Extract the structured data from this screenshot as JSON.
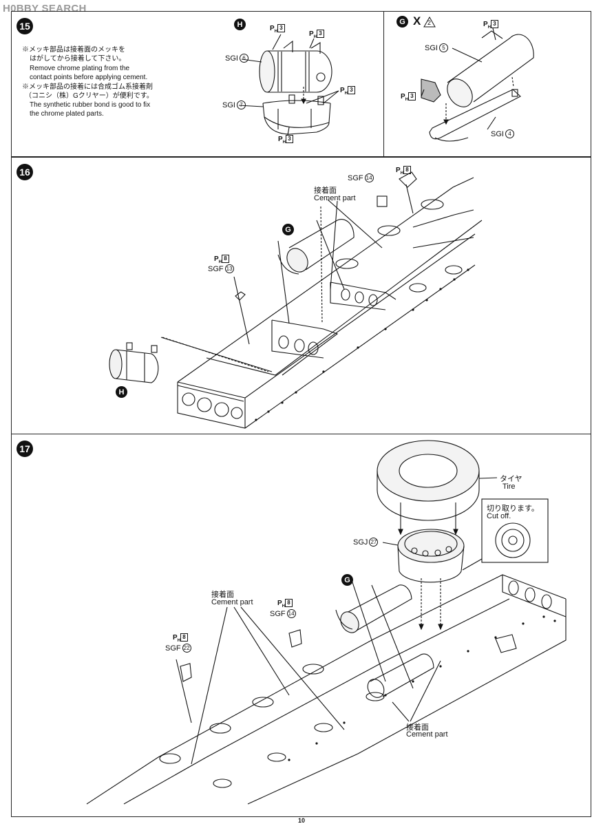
{
  "watermark": "H0BBY SEARCH",
  "page_number": "10",
  "step15": {
    "number": "15",
    "notes": [
      "※メッキ部品は接着面のメッキを",
      "はがしてから接着して下さい。",
      "Remove chrome plating from the",
      "contact points before applying cement.",
      "※メッキ部品の接着には合成ゴム系接着剤",
      "（コニシ（株）Gクリヤー）が便利です。",
      "The synthetic rubber bond is good to fix",
      "the chrome plated parts."
    ],
    "sub_h": "H",
    "sub_g": "G",
    "x_mark": "X",
    "x_num": "2",
    "h_parts": [
      {
        "prefix": "SGI",
        "num": "6"
      },
      {
        "prefix": "SGI",
        "num": "7"
      }
    ],
    "g_parts": [
      {
        "prefix": "SGI",
        "num": "5"
      },
      {
        "prefix": "SGI",
        "num": "4"
      }
    ],
    "ph_label": "P",
    "ph_sub": "H",
    "ph_num": "3"
  },
  "step16": {
    "number": "16",
    "cement_jp": "接着面",
    "cement_en": "Cement part",
    "sgf14": {
      "prefix": "SGF",
      "num": "14"
    },
    "sgf13": {
      "prefix": "SGF",
      "num": "13"
    },
    "ph_num": "8",
    "badge_g": "G",
    "badge_h": "H"
  },
  "step17": {
    "number": "17",
    "tire_jp": "タイヤ",
    "tire_en": "Tire",
    "cutoff_jp": "切り取ります。",
    "cutoff_en": "Cut off.",
    "sgj27": {
      "prefix": "SGJ",
      "num": "27"
    },
    "sgf14": {
      "prefix": "SGF",
      "num": "14"
    },
    "sgf22": {
      "prefix": "SGF",
      "num": "22"
    },
    "ph_num": "8",
    "cement_jp": "接着面",
    "cement_en": "Cement part",
    "badge_g": "G"
  }
}
